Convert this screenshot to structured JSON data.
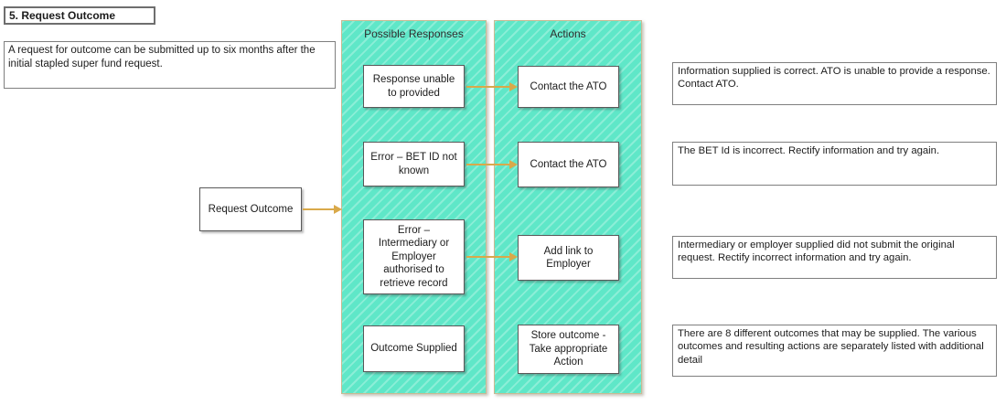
{
  "diagram": {
    "title": "5. Request Outcome",
    "description": "A request for outcome can be submitted up to six months after the initial stapled super fund request.",
    "source": {
      "label": "Request Outcome"
    },
    "columns": {
      "responses_header": "Possible Responses",
      "actions_header": "Actions"
    },
    "rows": [
      {
        "response": "Response unable to provided",
        "action": "Contact the ATO",
        "note": "Information supplied is correct. ATO is unable to provide a response. Contact ATO.",
        "has_arrow": true
      },
      {
        "response": "Error – BET ID not known",
        "action": "Contact the ATO",
        "note": "The BET Id is incorrect. Rectify information and try again.",
        "has_arrow": true
      },
      {
        "response": "Error – Intermediary or Employer authorised to retrieve record",
        "action": "Add link to Employer",
        "note": "Intermediary or employer supplied did not submit the original request. Rectify incorrect information and try again.",
        "has_arrow": true
      },
      {
        "response": "Outcome Supplied",
        "action": "Store outcome - Take appropriate Action",
        "note": "There are 8 different outcomes that may be supplied. The various outcomes and resulting actions are separately listed with additional detail",
        "has_arrow": false
      }
    ],
    "colors": {
      "lane_fill": "#5fe7c8",
      "lane_stripe": "#8aeed8",
      "lane_border": "#c9ba93",
      "arrow": "#d9a94a",
      "node_border": "#595959",
      "note_border": "#7f7f7f",
      "text": "#1c1c1c"
    }
  }
}
